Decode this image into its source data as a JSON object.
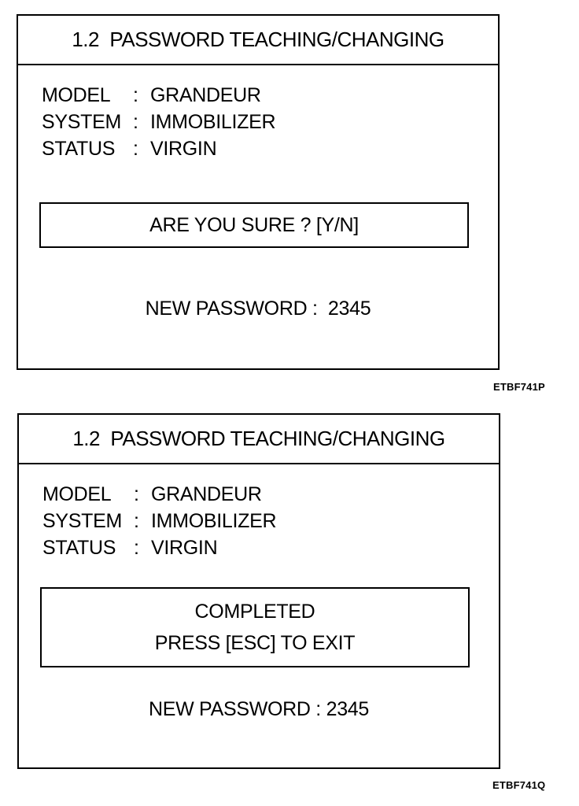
{
  "screens": [
    {
      "title": "1.2  PASSWORD TEACHING/CHANGING",
      "model_label": "MODEL",
      "model_value": "GRANDEUR",
      "system_label": "SYSTEM",
      "system_value": "IMMOBILIZER",
      "status_label": "STATUS",
      "status_value": "VIRGIN",
      "separator": ":",
      "prompt": "ARE YOU SURE ? [Y/N]",
      "password": "NEW PASSWORD :  2345",
      "caption": "ETBF741P"
    },
    {
      "title": "1.2  PASSWORD TEACHING/CHANGING",
      "model_label": "MODEL",
      "model_value": "GRANDEUR",
      "system_label": "SYSTEM",
      "system_value": "IMMOBILIZER",
      "status_label": "STATUS",
      "status_value": "VIRGIN",
      "separator": ":",
      "message_line1": "COMPLETED",
      "message_line2": "PRESS [ESC] TO EXIT",
      "password": "NEW PASSWORD : 2345",
      "caption": "ETBF741Q"
    }
  ]
}
